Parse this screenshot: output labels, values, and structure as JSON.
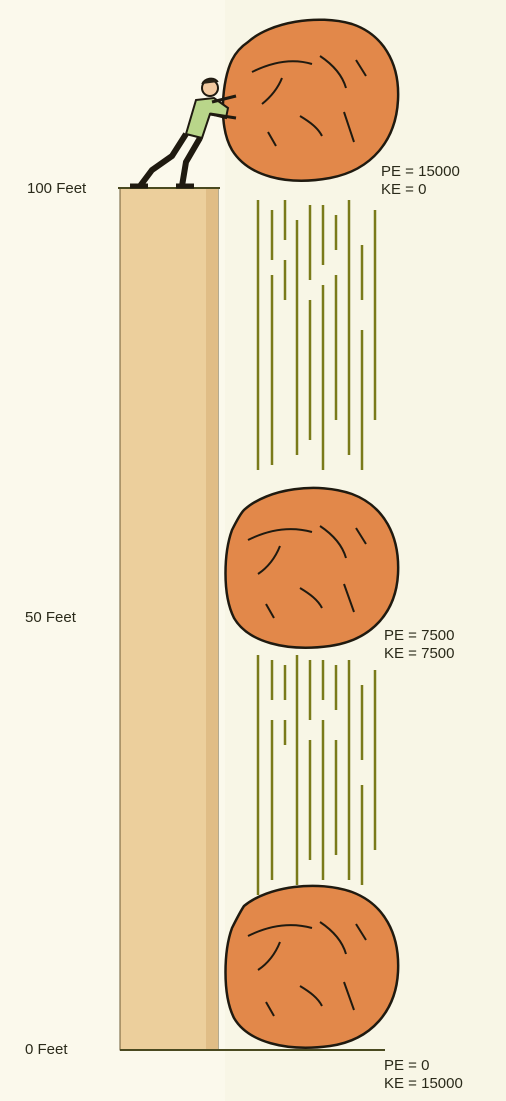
{
  "heights": {
    "top": "100 Feet",
    "middle": "50 Feet",
    "bottom": "0 Feet"
  },
  "energy": {
    "top": {
      "pe": "PE = 15000",
      "ke": "KE =  0"
    },
    "middle": {
      "pe": "PE = 7500",
      "ke": "KE = 7500"
    },
    "bottom": {
      "pe": "PE = 0",
      "ke": "KE = 15000"
    }
  },
  "colors": {
    "background": "#fbf9ec",
    "cliff": "#eccf9c",
    "rock": "#e2884a",
    "rock_outline": "#1f1a10",
    "motion_lines": "#7a7a1a",
    "ground": "#4a4a20"
  }
}
